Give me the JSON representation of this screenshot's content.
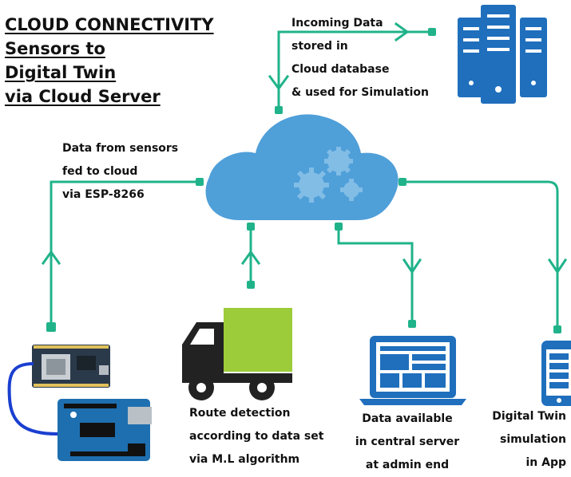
{
  "title_lines": [
    "CLOUD CONNECTIVITY",
    "Sensors to",
    "Digital Twin",
    "via Cloud Server"
  ],
  "labels": {
    "incoming": [
      "Incoming Data",
      "stored in",
      "Cloud database",
      "& used for Simulation"
    ],
    "sensors": [
      "Data from sensors",
      "fed to cloud",
      "via ESP-8266"
    ],
    "route": [
      "Route detection",
      "according to data set",
      "via M.L algorithm"
    ],
    "server": [
      "Data available",
      "in central server",
      "at admin end"
    ],
    "app": [
      "Digital Twin",
      "simulation",
      "in App"
    ]
  },
  "colors": {
    "connector": "#20b38a",
    "cloud": "#4f9fd9",
    "server": "#1f6fbd",
    "truck_box": "#9ccc3a",
    "truck_cab": "#222222",
    "board_blue": "#1e6fb0",
    "board_dark": "#2b3a4a"
  },
  "icons": [
    "server-rack-icon",
    "cloud-icon",
    "gears-icon",
    "truck-icon",
    "laptop-dashboard-icon",
    "mobile-app-icon",
    "esp8266-board-icon",
    "arduino-board-icon"
  ]
}
